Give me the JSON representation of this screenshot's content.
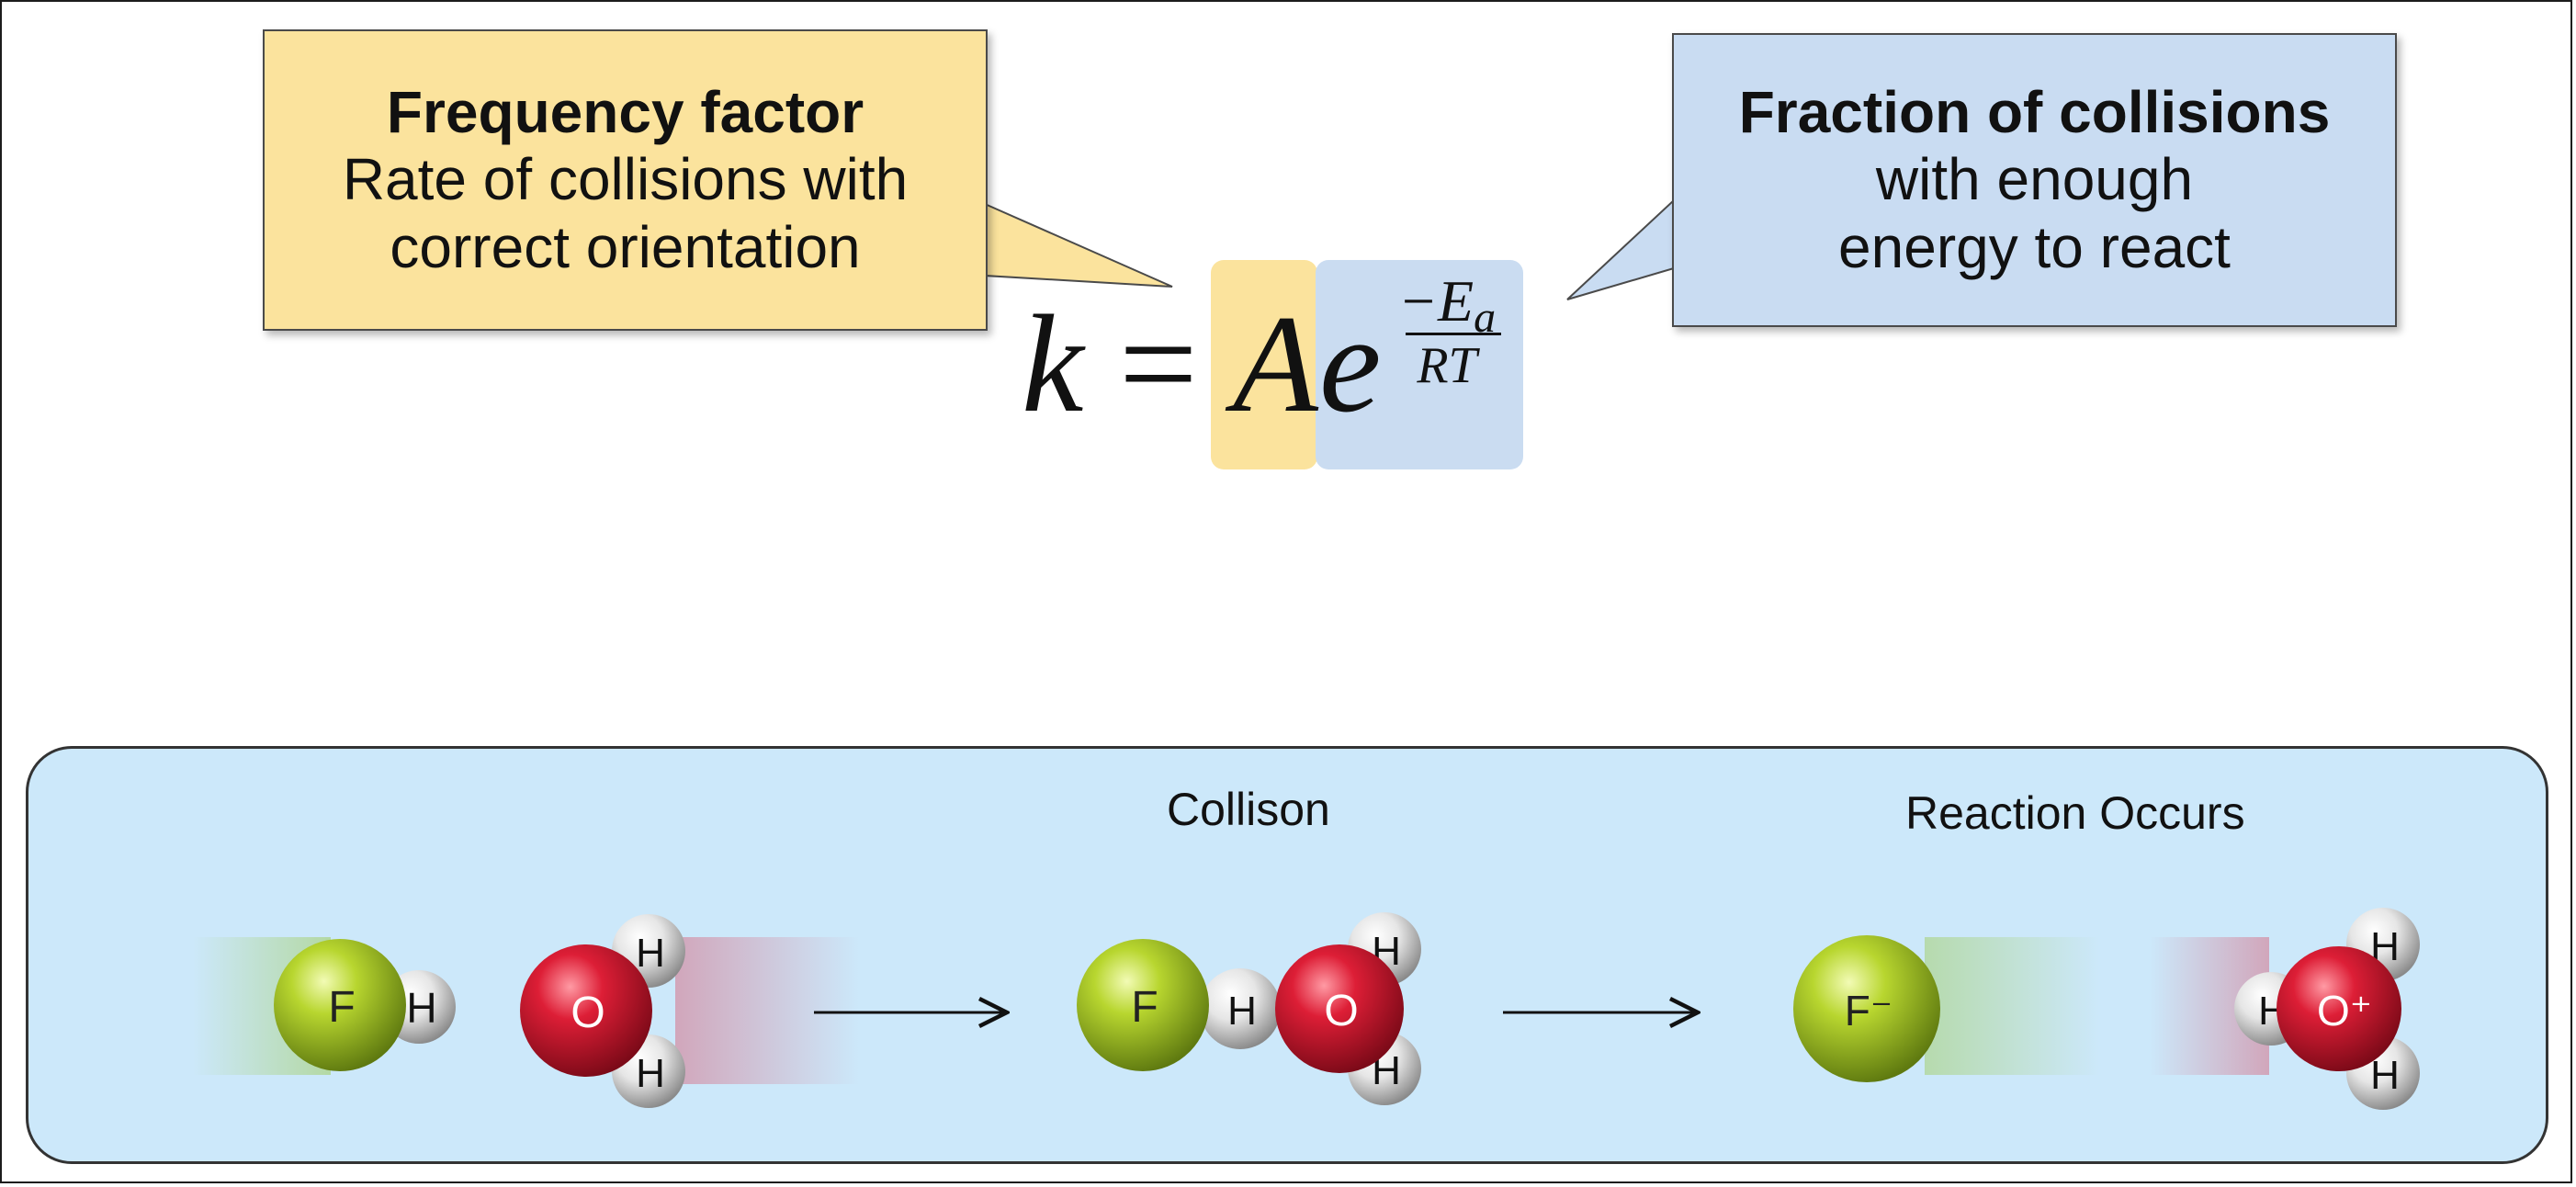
{
  "callouts": {
    "frequency": {
      "title": "Frequency factor",
      "line1": "Rate of collisions with",
      "line2": "correct orientation",
      "color": "#fbe39d"
    },
    "fraction": {
      "title": "Fraction of collisions",
      "line1": "with enough",
      "line2": "energy to react",
      "color": "#c9dcf2"
    }
  },
  "equation": {
    "lhs": "k",
    "equals": "=",
    "prefactor": "A",
    "base": "e",
    "exp_minus_E": "−E",
    "exp_sub": "a",
    "exp_denominator": "RT"
  },
  "stages": {
    "collision": "Collison",
    "reaction": "Reaction Occurs"
  },
  "atoms": {
    "F": "F",
    "H": "H",
    "O": "O",
    "F_minus": "F⁻",
    "O_plus": "O⁺"
  },
  "colors": {
    "panel": "#cce8fa",
    "fluorine": "#a9cc2e",
    "oxygen": "#d81f35",
    "hydrogen": "#e8e8e8"
  }
}
